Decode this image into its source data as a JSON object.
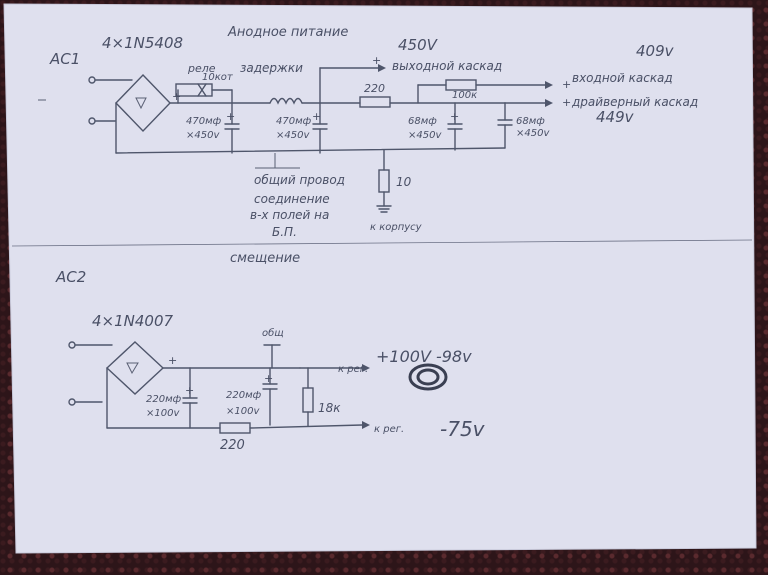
{
  "top": {
    "ac_label": "AC1",
    "diodes": "4×1N5408",
    "title": "Анодное питание",
    "relay_label": "реле",
    "relay_res": "10кот",
    "delay_label": "задержки",
    "v_out_main": "450V",
    "out_stage": "выходной каскад",
    "v_out_409": "409v",
    "input_stage": "входной каскад",
    "driver_stage": "драйверный каскад",
    "v_449": "449v",
    "c1": "470мф",
    "c1v": "×450v",
    "c2": "470мф",
    "c2v": "×450v",
    "r220": "220",
    "r100k": "100к",
    "c3": "68мф",
    "c3v": "×450v",
    "c4": "68мф",
    "c4v": "×450v",
    "r10": "10",
    "common_note_1": "общий провод",
    "common_note_2": "соединение",
    "common_note_3": "в-х полей на",
    "common_note_4": "Б.П.",
    "chassis": "к корпусу"
  },
  "bottom": {
    "title": "смещение",
    "ac_label": "AC2",
    "diodes": "4×1N4007",
    "c1": "220мф",
    "c1v": "×100v",
    "c2": "220мф",
    "c2v": "×100v",
    "r220": "220",
    "r18k": "18к",
    "gnd_label": "общ",
    "v_plus": "+100V -98v",
    "v_minus": "-75v",
    "to_label": "к рег.",
    "to_label2": "к рег."
  }
}
